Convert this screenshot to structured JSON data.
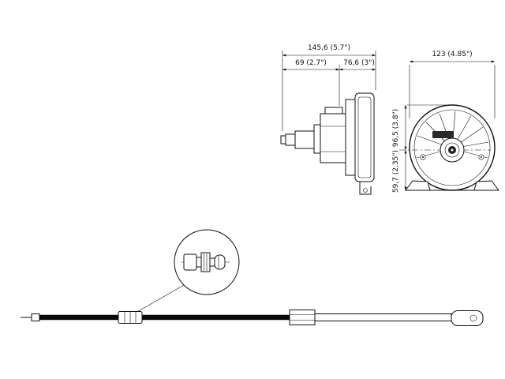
{
  "dims": {
    "overall": "145,6 (5.7\")",
    "left": "69 (2.7\")",
    "right": "76,6 (3\")",
    "front": "123 (4.85\")",
    "upper": "96,5 (3.8\")",
    "lower": "59,7 (2.35\")"
  }
}
